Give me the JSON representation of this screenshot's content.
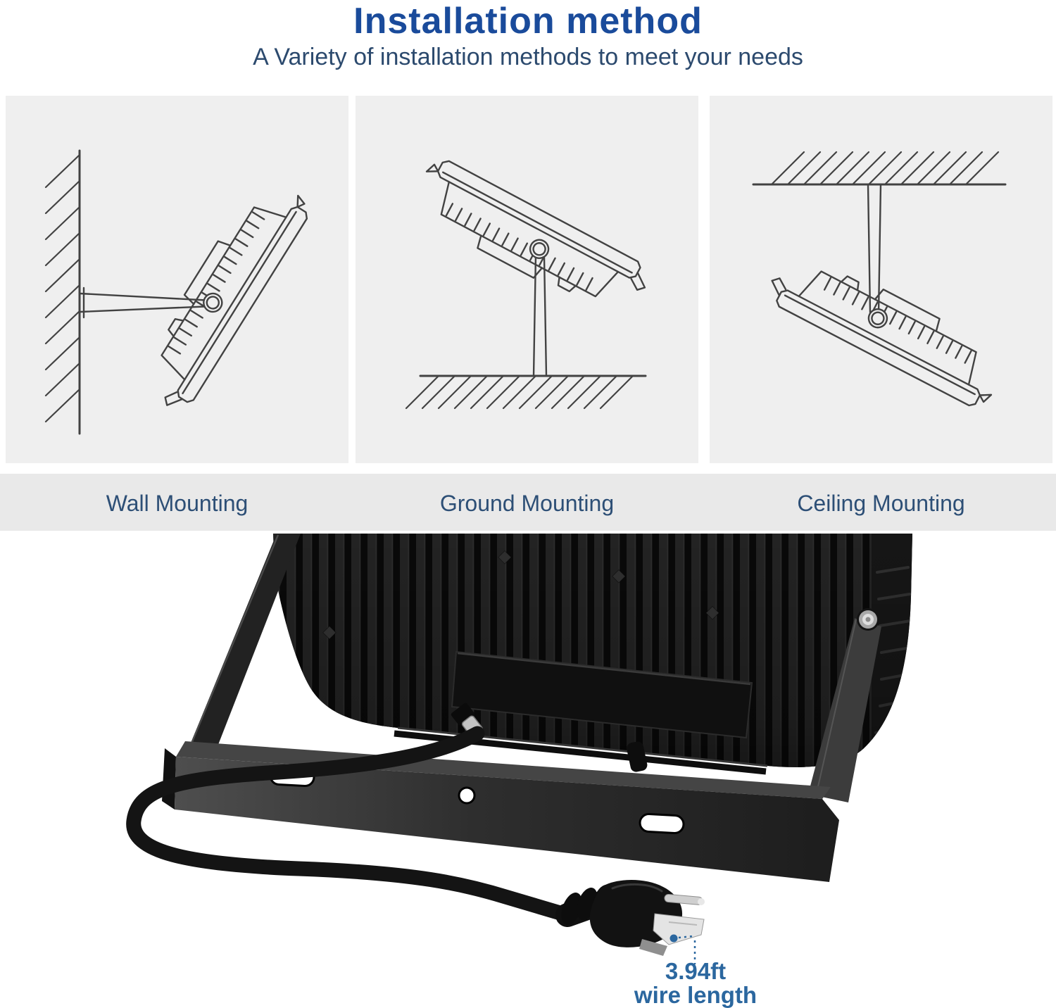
{
  "header": {
    "title": "Installation method",
    "subtitle": "A Variety of installation methods to meet your needs"
  },
  "methods": [
    {
      "label": "Wall Mounting",
      "icon": "wall-mounting-diagram"
    },
    {
      "label": "Ground Mounting",
      "icon": "ground-mounting-diagram"
    },
    {
      "label": "Ceiling Mounting",
      "icon": "ceiling-mounting-diagram"
    }
  ],
  "photo": {
    "subject": "back of black LED flood light with U mounting bracket, power cord and US 3-prong plug",
    "caption_line1": "3.94ft",
    "caption_line2": "wire length"
  },
  "colors": {
    "title_blue": "#1a4b9b",
    "subtitle_blue": "#2c4a6e",
    "method_label_blue": "#2d4f76",
    "caption_blue": "#2b679f",
    "panel_gray": "#efefef",
    "band_gray": "#e9e9e9",
    "line_art_gray": "#424242"
  }
}
